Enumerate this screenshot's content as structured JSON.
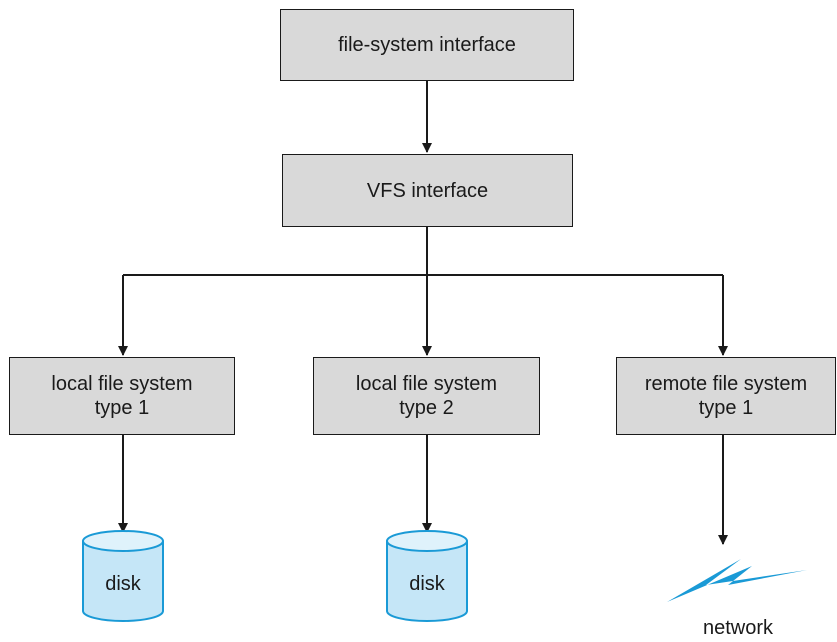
{
  "diagram": {
    "colors": {
      "box_fill": "#d9d9d9",
      "box_border": "#1a1a1a",
      "disk_fill": "#c5e6f7",
      "disk_stroke": "#1a9ad6",
      "network_bolt": "#1a9ad6"
    },
    "nodes": {
      "fs_interface": {
        "label": "file-system interface"
      },
      "vfs_interface": {
        "label": "VFS interface"
      },
      "local_fs_1": {
        "line1": "local file system",
        "line2": "type 1"
      },
      "local_fs_2": {
        "line1": "local file system",
        "line2": "type 2"
      },
      "remote_fs_1": {
        "line1": "remote file system",
        "line2": "type 1"
      },
      "disk_1": {
        "label": "disk",
        "icon": "disk-cylinder-icon"
      },
      "disk_2": {
        "label": "disk",
        "icon": "disk-cylinder-icon"
      },
      "network": {
        "label": "network",
        "icon": "lightning-bolt-icon"
      }
    }
  }
}
